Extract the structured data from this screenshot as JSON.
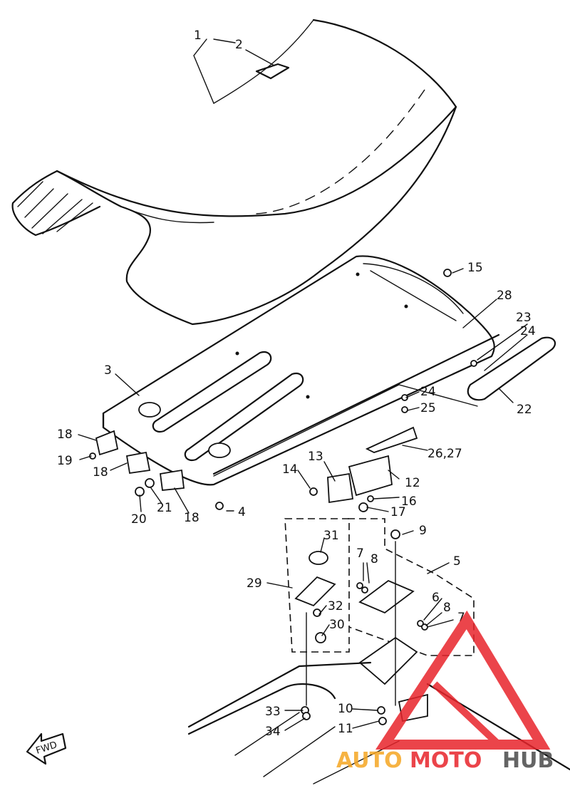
{
  "diagram": {
    "parts": [
      {
        "id": "p1",
        "label": "1"
      },
      {
        "id": "p2",
        "label": "2"
      },
      {
        "id": "p3",
        "label": "3"
      },
      {
        "id": "p4",
        "label": "4"
      },
      {
        "id": "p5",
        "label": "5"
      },
      {
        "id": "p6",
        "label": "6"
      },
      {
        "id": "p7a",
        "label": "7"
      },
      {
        "id": "p7b",
        "label": "7"
      },
      {
        "id": "p8a",
        "label": "8"
      },
      {
        "id": "p8b",
        "label": "8"
      },
      {
        "id": "p9",
        "label": "9"
      },
      {
        "id": "p10",
        "label": "10"
      },
      {
        "id": "p11",
        "label": "11"
      },
      {
        "id": "p12",
        "label": "12"
      },
      {
        "id": "p13",
        "label": "13"
      },
      {
        "id": "p14",
        "label": "14"
      },
      {
        "id": "p15",
        "label": "15"
      },
      {
        "id": "p16",
        "label": "16"
      },
      {
        "id": "p17",
        "label": "17"
      },
      {
        "id": "p18a",
        "label": "18"
      },
      {
        "id": "p18b",
        "label": "18"
      },
      {
        "id": "p18c",
        "label": "18"
      },
      {
        "id": "p19",
        "label": "19"
      },
      {
        "id": "p20",
        "label": "20"
      },
      {
        "id": "p21",
        "label": "21"
      },
      {
        "id": "p22",
        "label": "22"
      },
      {
        "id": "p23",
        "label": "23"
      },
      {
        "id": "p24a",
        "label": "24"
      },
      {
        "id": "p24b",
        "label": "24"
      },
      {
        "id": "p25",
        "label": "25"
      },
      {
        "id": "p2627",
        "label": "26,27"
      },
      {
        "id": "p28",
        "label": "28"
      },
      {
        "id": "p29",
        "label": "29"
      },
      {
        "id": "p30",
        "label": "30"
      },
      {
        "id": "p31",
        "label": "31"
      },
      {
        "id": "p32",
        "label": "32"
      },
      {
        "id": "p33",
        "label": "33"
      },
      {
        "id": "p34",
        "label": "34"
      }
    ],
    "fwd_label": "FWD"
  },
  "watermark": {
    "brand_part1": "AUTO",
    "brand_part2": "MOTO",
    "brand_part3": "HUB",
    "color_red": "#e8242b",
    "color_orange": "#f5a623",
    "color_gray": "#4a4a4a"
  }
}
